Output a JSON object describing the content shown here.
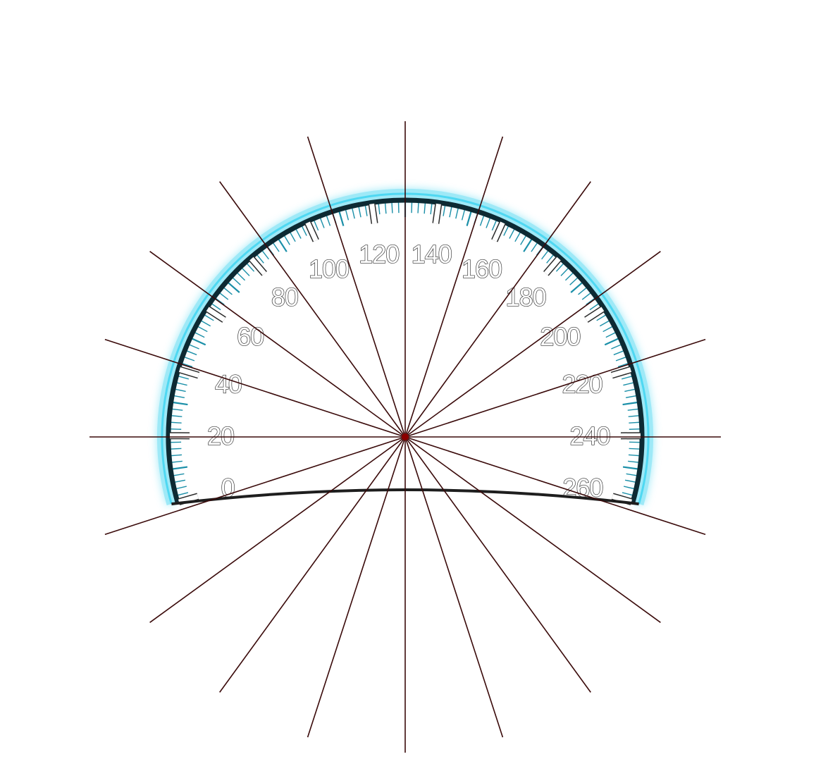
{
  "gauge": {
    "scale_min": 0,
    "scale_max": 260,
    "major_step": 20,
    "tick_labels": [
      "0",
      "20",
      "40",
      "60",
      "80",
      "100",
      "120",
      "140",
      "160",
      "180",
      "200",
      "220",
      "240",
      "260"
    ],
    "colors": {
      "rim_dark": "#0d2a33",
      "rim_glow": "#4fd8f2",
      "minor_tick": "#1a8fa8",
      "major_tick_fill": "#ffffff",
      "base_curve": "#1e1e1e"
    }
  },
  "guide_lines": {
    "count": 20,
    "color": "#3a0a0a",
    "center_dot_color": "#8b0000"
  }
}
